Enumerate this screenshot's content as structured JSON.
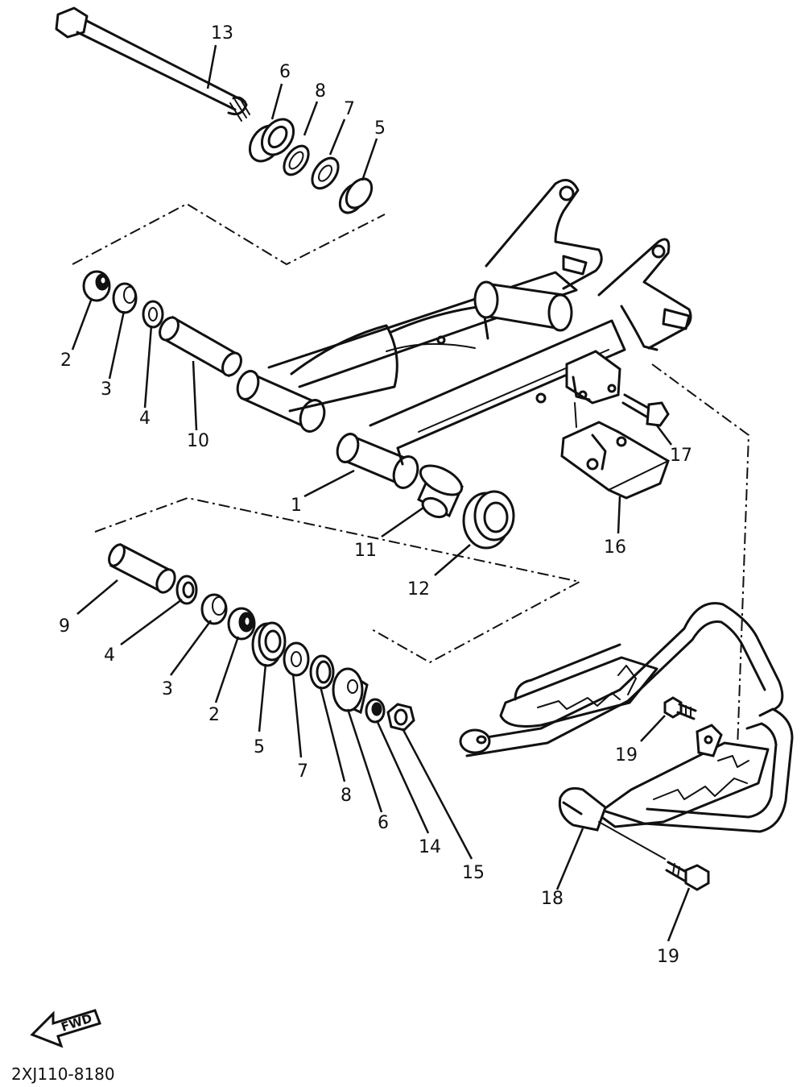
{
  "diagram": {
    "callouts": {
      "c13": "13",
      "c6_top": "6",
      "c8_top": "8",
      "c7_top": "7",
      "c5_top": "5",
      "c2_upper": "2",
      "c3_upper": "3",
      "c4_upper": "4",
      "c10": "10",
      "c1": "1",
      "c11": "11",
      "c12": "12",
      "c17": "17",
      "c16": "16",
      "c9": "9",
      "c4_lower": "4",
      "c3_lower": "3",
      "c2_lower": "2",
      "c5_lower": "5",
      "c7_lower": "7",
      "c8_lower": "8",
      "c6_lower": "6",
      "c14": "14",
      "c15": "15",
      "c19_upper": "19",
      "c18": "18",
      "c19_lower": "19"
    },
    "fwd_label": "FWD",
    "drawing_code": "2XJ110-8180"
  }
}
